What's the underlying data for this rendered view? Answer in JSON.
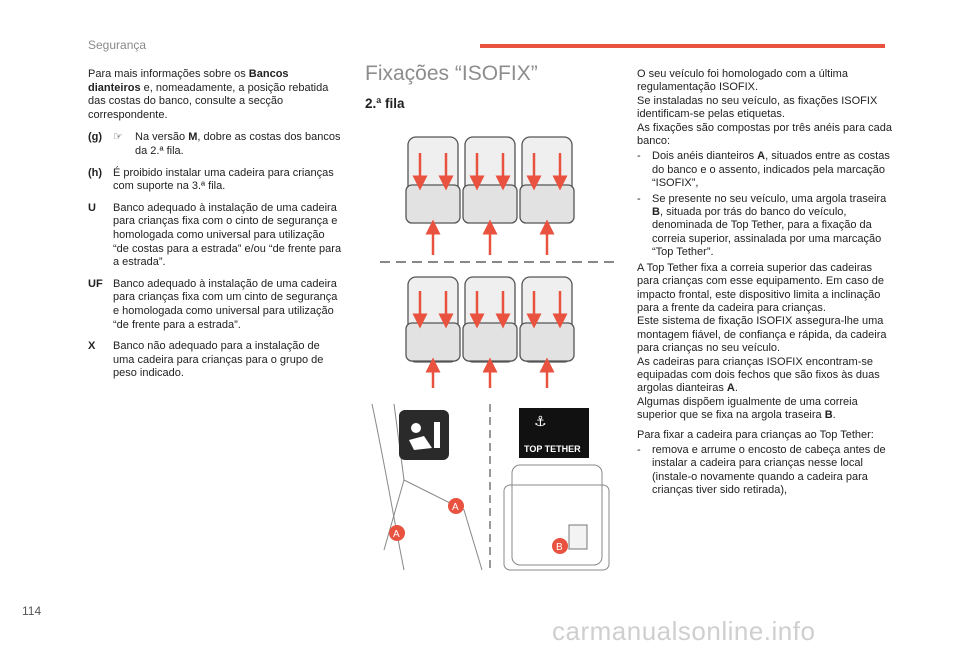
{
  "header": {
    "section": "Segurança",
    "accent_color": "#e8523f"
  },
  "footer": {
    "page_number": "114",
    "watermark": "carmanualsonline.info"
  },
  "col1": {
    "intro_parts": [
      "Para mais informações sobre os ",
      "Bancos dianteiros",
      " e, nomeadamente, a posição rebatida das costas do banco, consulte a secção correspondente."
    ],
    "legend": [
      {
        "key": "(g)",
        "glyph": "☞",
        "text_parts": [
          "Na versão ",
          "M",
          ", dobre as costas dos bancos da 2.ª fila."
        ]
      },
      {
        "key": "(h)",
        "text": "É proibido instalar uma cadeira para crianças com suporte na 3.ª fila."
      },
      {
        "key": "U",
        "text": "Banco adequado à instalação de uma cadeira para crianças fixa com o cinto de segurança e homologada como universal para utilização “de costas para a estrada” e/ou “de frente para a estrada”."
      },
      {
        "key": "UF",
        "text": "Banco adequado à instalação de uma cadeira para crianças fixa com um cinto de segurança e homologada como universal para utilização “de frente para a estrada”."
      },
      {
        "key": "X",
        "text": "Banco não adequado para a instalação de uma cadeira para crianças para o grupo de peso indicado."
      }
    ]
  },
  "col2": {
    "title": "Fixações “ISOFIX”",
    "subtitle": "2.ª fila",
    "labels": {
      "a": "A",
      "b": "B",
      "top_tether": "TOP TETHER"
    },
    "marker_color": "#e8523f"
  },
  "col3": {
    "p1": "O seu veículo foi homologado com a última regulamentação ISOFIX.",
    "p2": "Se instaladas no seu veículo, as fixações ISOFIX identificam-se pelas etiquetas.",
    "p3": "As fixações são compostas por três anéis para cada banco:",
    "dash1_parts": [
      "Dois anéis dianteiros ",
      "A",
      ", situados entre as costas do banco e o assento, indicados pela marcação “ISOFIX”,"
    ],
    "dash2_parts": [
      "Se presente no seu veículo, uma argola traseira ",
      "B",
      ", situada por trás do banco do veículo, denominada de Top Tether, para a fixação da correia superior, assinalada por uma marcação “Top Tether”."
    ],
    "p4": "A Top Tether fixa a correia superior das cadeiras para crianças com esse equipamento. Em caso de impacto frontal, este dispositivo limita a inclinação para a frente da cadeira para crianças.",
    "p5": "Este sistema de fixação ISOFIX assegura-lhe uma montagem fiável, de confiança e rápida, da cadeira para crianças no seu veículo.",
    "p6_parts": [
      "As cadeiras para crianças ISOFIX encontram-se equipadas com dois fechos que são fixos às duas argolas dianteiras ",
      "A",
      "."
    ],
    "p7_parts": [
      "Algumas dispõem igualmente de uma correia superior que se fixa na argola traseira ",
      "B",
      "."
    ],
    "p8": "Para fixar a cadeira para crianças ao Top Tether:",
    "dash3": "remova e arrume o encosto de cabeça antes de instalar a cadeira para crianças nesse local (instale-o novamente quando a cadeira para crianças tiver sido retirada),",
    "dash_char": "-"
  }
}
